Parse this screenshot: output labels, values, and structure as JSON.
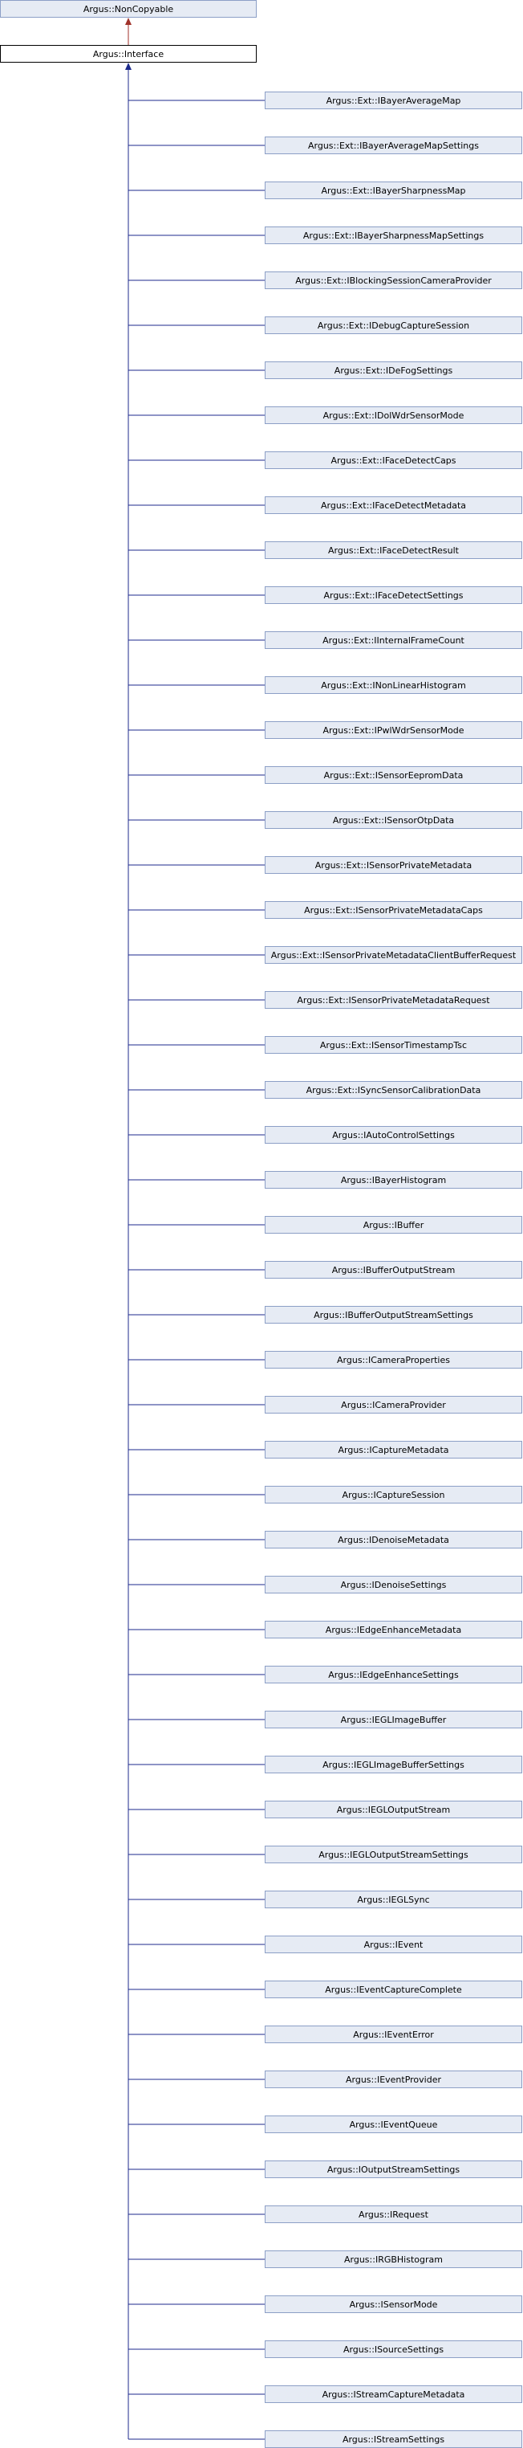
{
  "diagram": {
    "base_class": "Argus::NonCopyable",
    "interface_class": "Argus::Interface",
    "derived_classes": [
      "Argus::Ext::IBayerAverageMap",
      "Argus::Ext::IBayerAverageMapSettings",
      "Argus::Ext::IBayerSharpnessMap",
      "Argus::Ext::IBayerSharpnessMapSettings",
      "Argus::Ext::IBlockingSessionCameraProvider",
      "Argus::Ext::IDebugCaptureSession",
      "Argus::Ext::IDeFogSettings",
      "Argus::Ext::IDolWdrSensorMode",
      "Argus::Ext::IFaceDetectCaps",
      "Argus::Ext::IFaceDetectMetadata",
      "Argus::Ext::IFaceDetectResult",
      "Argus::Ext::IFaceDetectSettings",
      "Argus::Ext::IInternalFrameCount",
      "Argus::Ext::INonLinearHistogram",
      "Argus::Ext::IPwlWdrSensorMode",
      "Argus::Ext::ISensorEepromData",
      "Argus::Ext::ISensorOtpData",
      "Argus::Ext::ISensorPrivateMetadata",
      "Argus::Ext::ISensorPrivateMetadataCaps",
      "Argus::Ext::ISensorPrivateMetadataClientBufferRequest",
      "Argus::Ext::ISensorPrivateMetadataRequest",
      "Argus::Ext::ISensorTimestampTsc",
      "Argus::Ext::ISyncSensorCalibrationData",
      "Argus::IAutoControlSettings",
      "Argus::IBayerHistogram",
      "Argus::IBuffer",
      "Argus::IBufferOutputStream",
      "Argus::IBufferOutputStreamSettings",
      "Argus::ICameraProperties",
      "Argus::ICameraProvider",
      "Argus::ICaptureMetadata",
      "Argus::ICaptureSession",
      "Argus::IDenoiseMetadata",
      "Argus::IDenoiseSettings",
      "Argus::IEdgeEnhanceMetadata",
      "Argus::IEdgeEnhanceSettings",
      "Argus::IEGLImageBuffer",
      "Argus::IEGLImageBufferSettings",
      "Argus::IEGLOutputStream",
      "Argus::IEGLOutputStreamSettings",
      "Argus::IEGLSync",
      "Argus::IEvent",
      "Argus::IEventCaptureComplete",
      "Argus::IEventError",
      "Argus::IEventProvider",
      "Argus::IEventQueue",
      "Argus::IOutputStreamSettings",
      "Argus::IRequest",
      "Argus::IRGBHistogram",
      "Argus::ISensorMode",
      "Argus::ISourceSettings",
      "Argus::IStreamCaptureMetadata",
      "Argus::IStreamSettings"
    ],
    "colors": {
      "base_box_fill": "#e6ebf4",
      "base_box_stroke": "#8c9fc6",
      "interface_box_fill": "#ffffff",
      "interface_box_stroke": "#000000",
      "derived_box_fill": "#e6ebf4",
      "derived_box_stroke": "#8c9fc6",
      "inheritance_line": "#1c2a8c",
      "base_arrow": "#a0322a"
    }
  }
}
